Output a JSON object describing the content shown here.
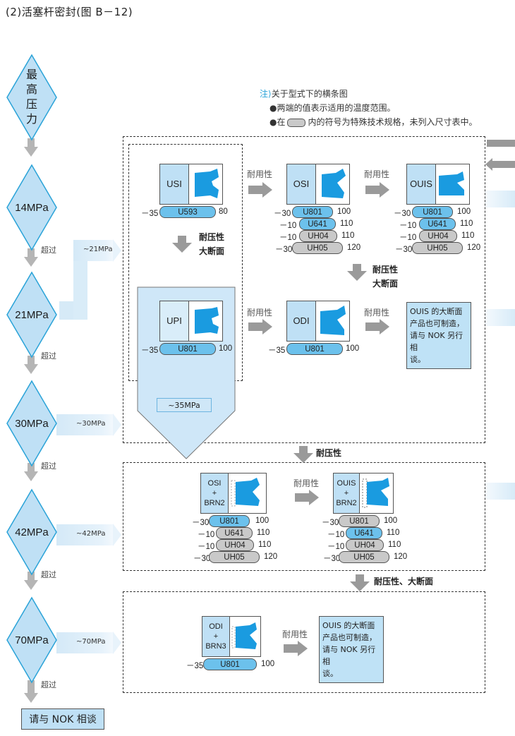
{
  "title": "(2)活塞杆密封(图 B－12)",
  "note": {
    "head_mark": "注",
    "head": "关于型式下的横条图",
    "line1": "●两端的值表示适用的温度范围。",
    "line2_prefix": "●在",
    "line2_suffix": "内的符号为特殊技术规格，未列入尺寸表中。"
  },
  "pressure_levels": [
    {
      "label": "最高压力"
    },
    {
      "label": "14MPa"
    },
    {
      "label": "21MPa",
      "range": "~21MPa"
    },
    {
      "label": "30MPa",
      "range": "~30MPa"
    },
    {
      "label": "42MPa",
      "range": "~42MPa"
    },
    {
      "label": "70MPa",
      "range": "~70MPa"
    }
  ],
  "over_label": "超过",
  "consult_label": "请与 NOK 相谈",
  "upi_range": "~35MPa",
  "captions": {
    "durability": "耐用性",
    "pressure_large_1": "耐压性",
    "pressure_large_2": "大断面",
    "pressure": "耐压性",
    "pressure_large_combined": "耐压性、大断面"
  },
  "seals": {
    "usi": {
      "name": "USI",
      "materials": [
        {
          "code": "U593",
          "min": "－35",
          "max": "80",
          "type": "blue"
        }
      ]
    },
    "osi": {
      "name": "OSI",
      "materials": [
        {
          "code": "U801",
          "min": "－30",
          "max": "100",
          "type": "blue"
        },
        {
          "code": "U641",
          "min": "－10",
          "max": "110",
          "type": "blue"
        },
        {
          "code": "UH04",
          "min": "－10",
          "max": "110",
          "type": "gray"
        },
        {
          "code": "UH05",
          "min": "－30",
          "max": "120",
          "type": "gray"
        }
      ]
    },
    "ouis": {
      "name": "OUIS",
      "materials": [
        {
          "code": "U801",
          "min": "－30",
          "max": "100",
          "type": "blue"
        },
        {
          "code": "U641",
          "min": "－10",
          "max": "110",
          "type": "blue"
        },
        {
          "code": "UH04",
          "min": "－10",
          "max": "110",
          "type": "gray"
        },
        {
          "code": "UH05",
          "min": "－30",
          "max": "120",
          "type": "gray"
        }
      ]
    },
    "upi": {
      "name": "UPI",
      "materials": [
        {
          "code": "U801",
          "min": "－35",
          "max": "100",
          "type": "blue"
        }
      ]
    },
    "odi": {
      "name": "ODI",
      "materials": [
        {
          "code": "U801",
          "min": "－35",
          "max": "100",
          "type": "blue"
        }
      ]
    },
    "osi_brn2": {
      "name_1": "OSI",
      "name_2": "+",
      "name_3": "BRN2",
      "materials": [
        {
          "code": "U801",
          "min": "－30",
          "max": "100",
          "type": "blue"
        },
        {
          "code": "U641",
          "min": "－10",
          "max": "110",
          "type": "gray"
        },
        {
          "code": "UH04",
          "min": "－10",
          "max": "110",
          "type": "gray"
        },
        {
          "code": "UH05",
          "min": "－30",
          "max": "120",
          "type": "gray"
        }
      ]
    },
    "ouis_brn2": {
      "name_1": "OUIS",
      "name_2": "+",
      "name_3": "BRN2",
      "materials": [
        {
          "code": "U801",
          "min": "－30",
          "max": "100",
          "type": "gray"
        },
        {
          "code": "U641",
          "min": "－10",
          "max": "110",
          "type": "blue"
        },
        {
          "code": "UH04",
          "min": "－10",
          "max": "110",
          "type": "gray"
        },
        {
          "code": "UH05",
          "min": "－30",
          "max": "120",
          "type": "gray"
        }
      ]
    },
    "odi_brn3": {
      "name_1": "ODI",
      "name_2": "+",
      "name_3": "BRN3",
      "materials": [
        {
          "code": "U801",
          "min": "－35",
          "max": "100",
          "type": "blue"
        }
      ]
    }
  },
  "note_box_text": {
    "l1": "OUIS 的大断面",
    "l2": "产品也可制造，",
    "l3": "请与 NOK 另行相",
    "l4": "谈。"
  },
  "colors": {
    "diamond_fill": "#bfe0f5",
    "diamond_stroke": "#2aa3d8",
    "seal_blue": "#1a9be0",
    "material_blue": "#6cc1ec",
    "material_gray": "#c9c9c9",
    "arrow_gray": "#9a9a9a"
  }
}
